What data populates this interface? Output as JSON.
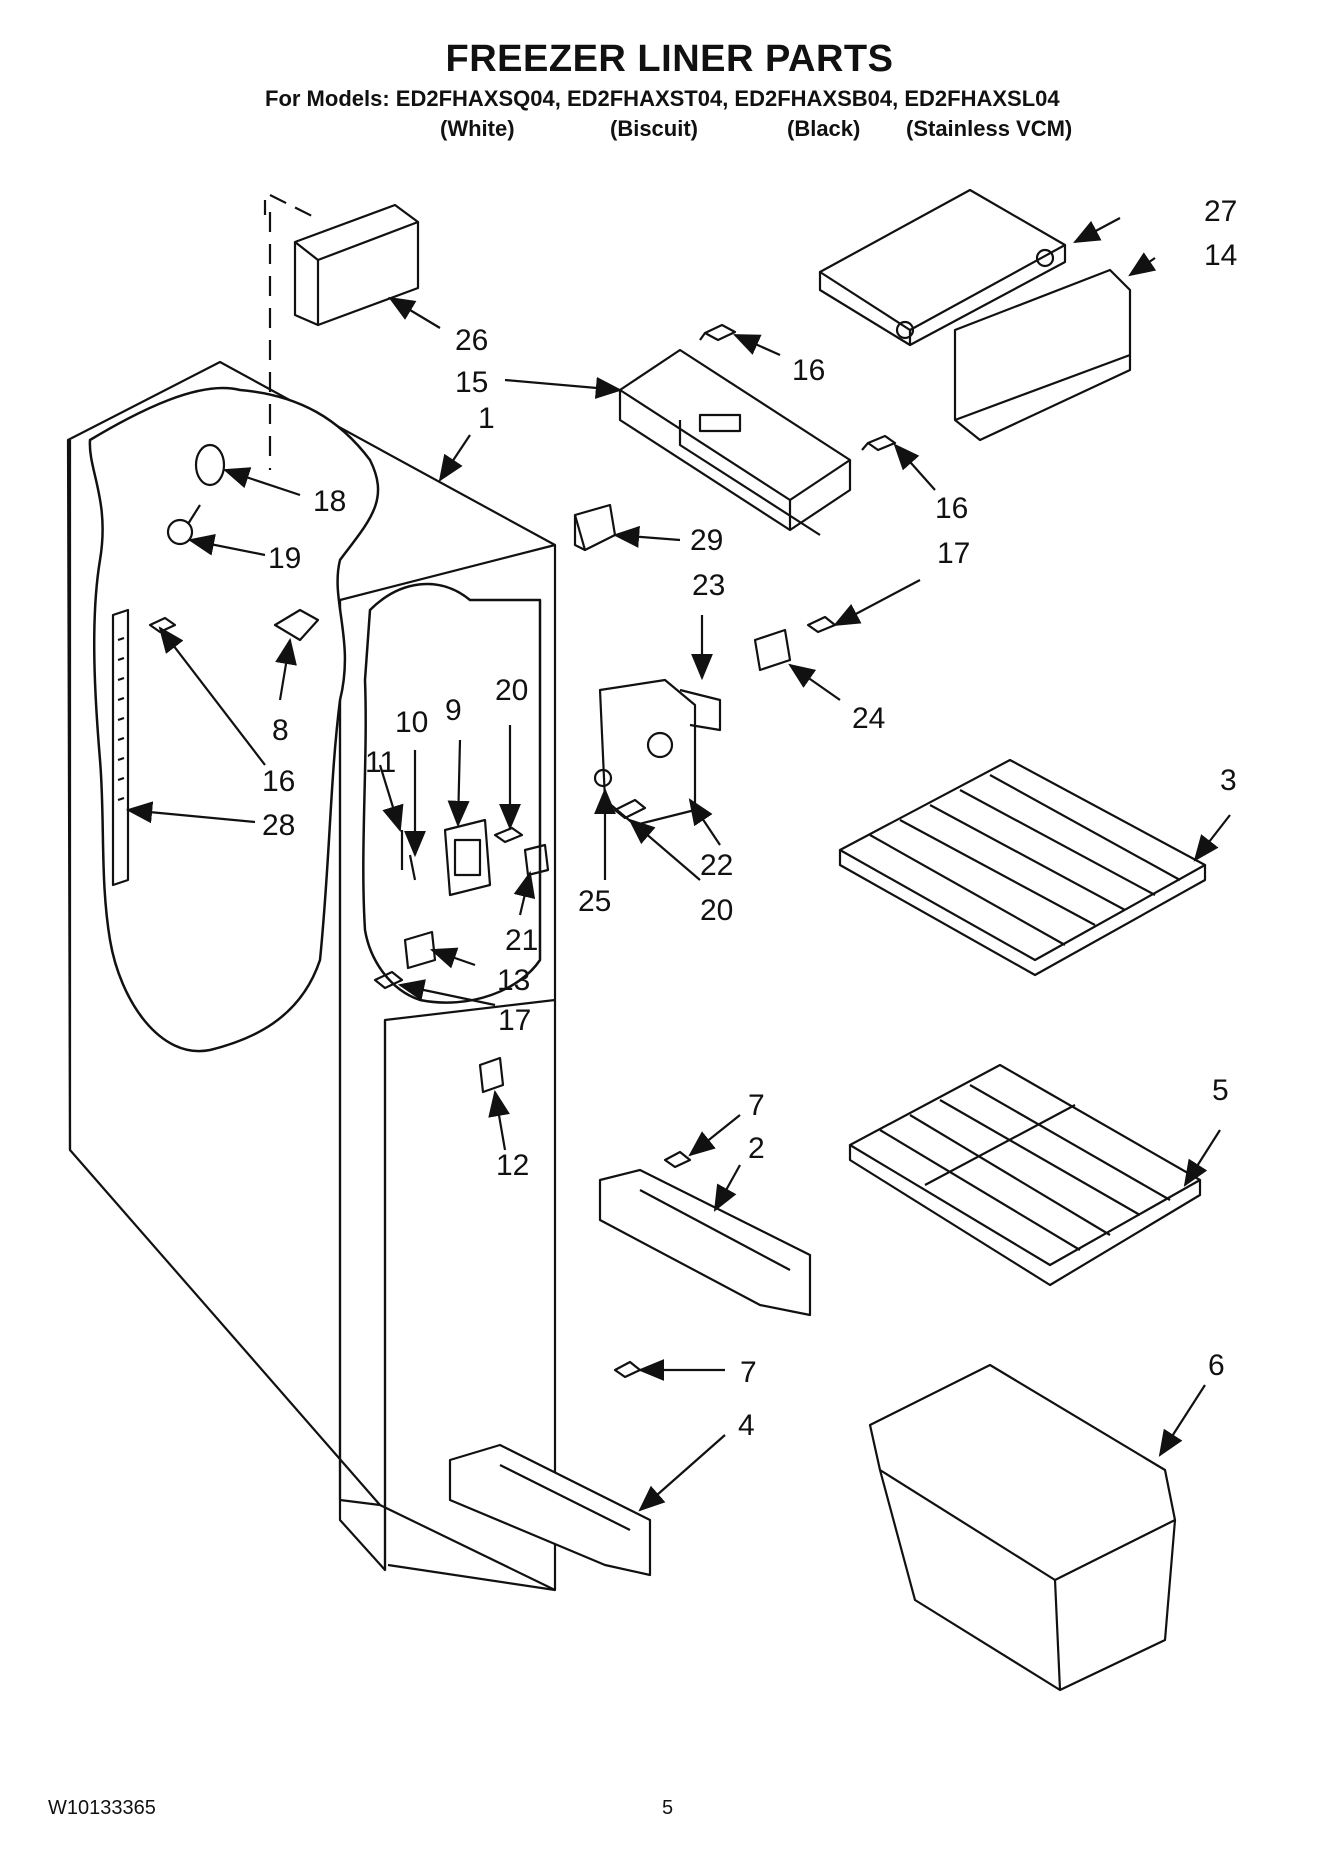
{
  "header": {
    "title": "FREEZER LINER PARTS",
    "models": "For Models: ED2FHAXSQ04, ED2FHAXST04, ED2FHAXSB04, ED2FHAXSL04",
    "color_labels": [
      "(White)",
      "(Biscuit)",
      "(Black)",
      "(Stainless VCM)"
    ]
  },
  "callouts": [
    "27",
    "14",
    "26",
    "16",
    "15",
    "1",
    "16",
    "18",
    "29",
    "19",
    "17",
    "23",
    "24",
    "8",
    "20",
    "9",
    "10",
    "11",
    "16",
    "28",
    "3",
    "22",
    "25",
    "20",
    "21",
    "13",
    "17",
    "7",
    "5",
    "2",
    "12",
    "7",
    "6",
    "4"
  ],
  "footer": {
    "doc_number": "W10133365",
    "page": "5"
  }
}
